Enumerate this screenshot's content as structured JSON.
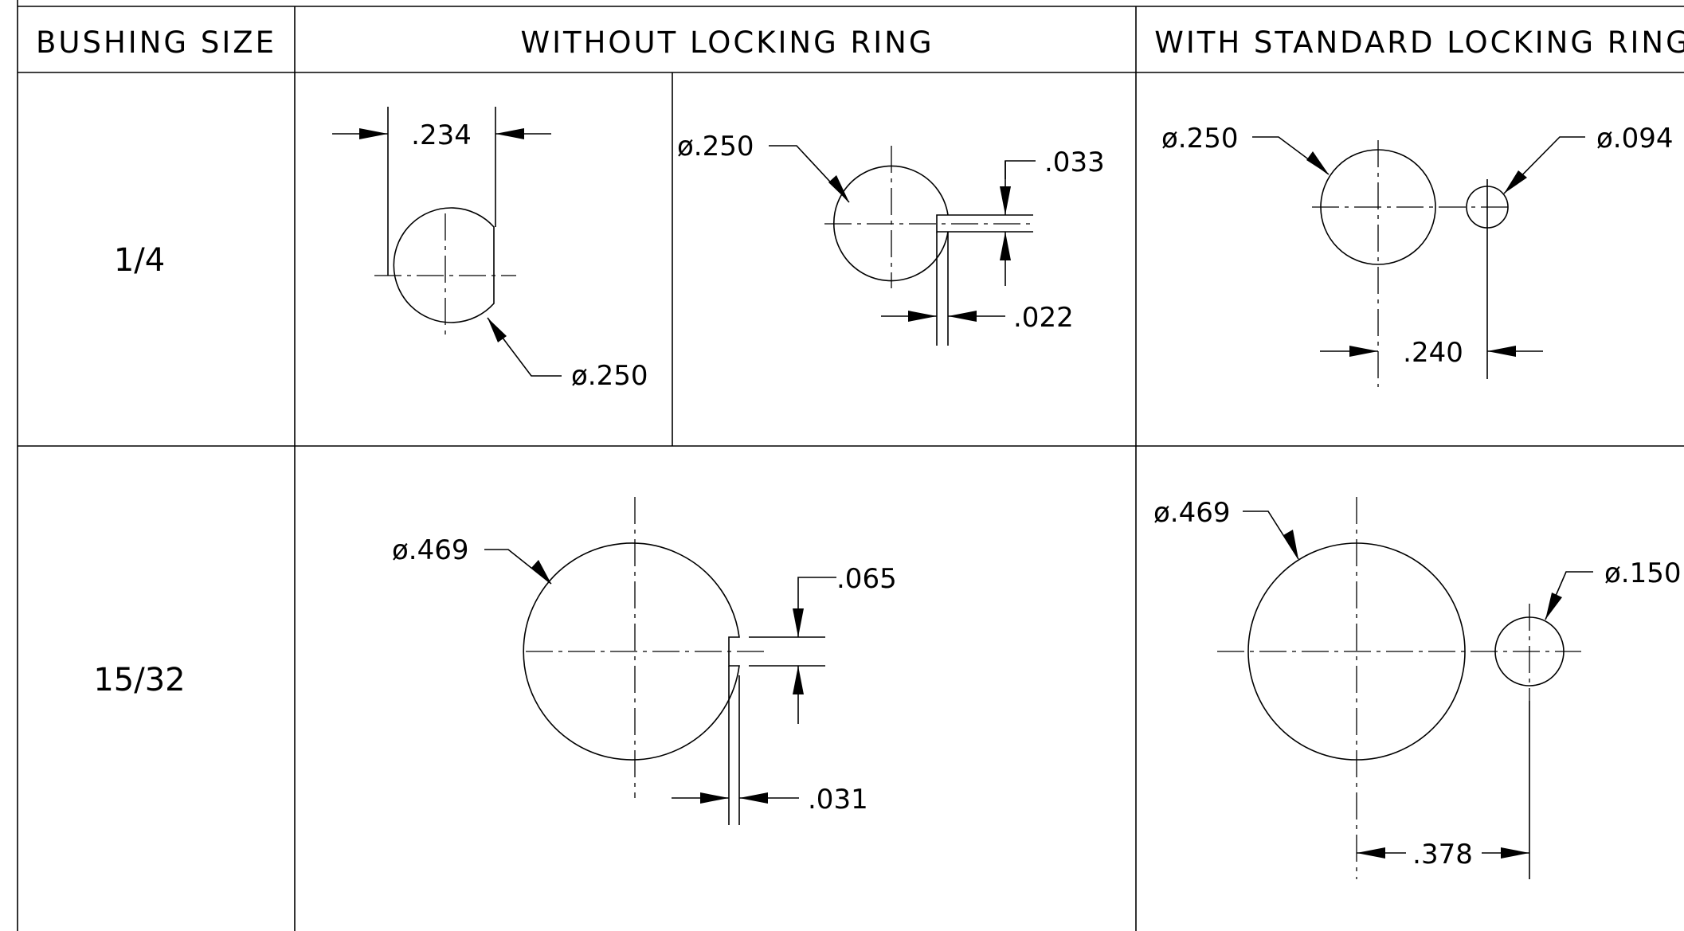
{
  "table": {
    "headers": {
      "size": "BUSHING SIZE",
      "without": "WITHOUT LOCKING RING",
      "with": "WITH STANDARD LOCKING RING"
    },
    "rows": [
      {
        "size": "1/4",
        "without_a": {
          "width": ".234",
          "diameter": "ø.250"
        },
        "without_b": {
          "diameter": "ø.250",
          "slot_width": ".033",
          "slot_depth": ".022"
        },
        "with": {
          "diameter": "ø.250",
          "pin_diameter": "ø.094",
          "spacing": ".240"
        }
      },
      {
        "size": "15/32",
        "without": {
          "diameter": "ø.469",
          "slot_width": ".065",
          "slot_depth": ".031"
        },
        "with": {
          "diameter": "ø.469",
          "pin_diameter": "ø.150",
          "spacing": ".378"
        }
      }
    ]
  }
}
